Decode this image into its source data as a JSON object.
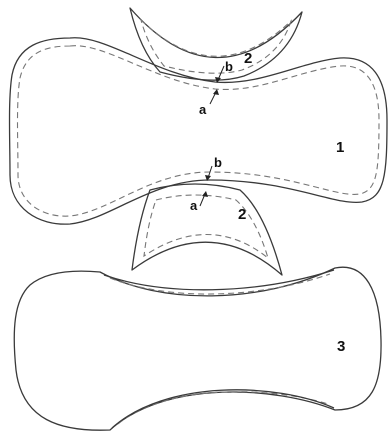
{
  "labels": {
    "part_main": "1",
    "part_lens": "2",
    "part_assembled": "3",
    "gap_a": "a",
    "gap_b": "b"
  },
  "colors": {
    "outline": "#3a3a3a",
    "dashed_offset": "#777777",
    "text": "#111111"
  }
}
